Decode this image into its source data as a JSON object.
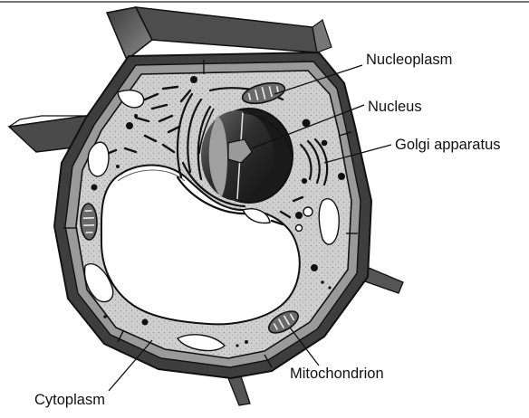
{
  "diagram": {
    "labels": {
      "nucleoplasm": "Nucleoplasm",
      "nucleus": "Nucleus",
      "golgi": "Golgi apparatus",
      "mitochondrion": "Mitochondrion",
      "cytoplasm": "Cytoplasm"
    },
    "colors": {
      "ink": "#111111",
      "wall_dark": "#5a5a5a",
      "wall_light": "#a8a8a8",
      "cytoplasm": "#c9c9c9",
      "vacuole": "#ffffff",
      "nucleus_dark": "#2b2b2b",
      "nucleus_light": "#8c8c8c"
    }
  }
}
